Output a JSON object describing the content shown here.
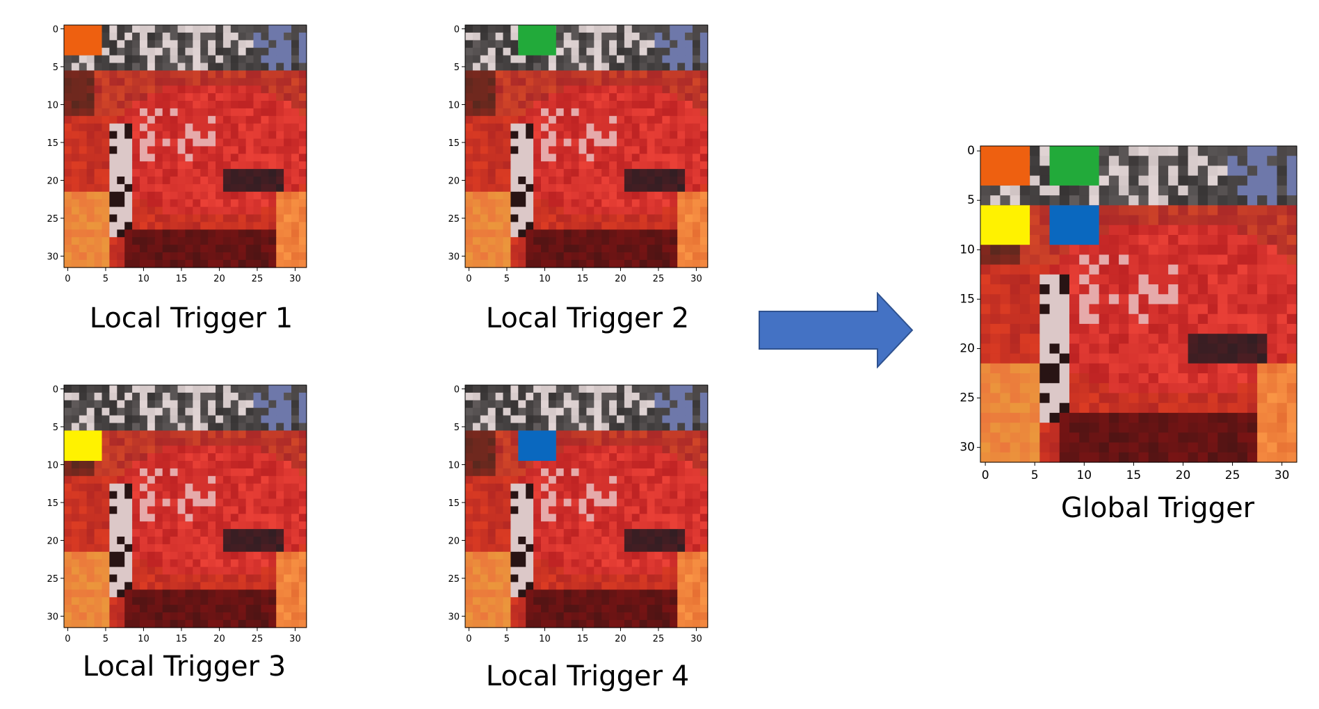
{
  "panels": [
    {
      "id": "local-1",
      "caption": "Local Trigger 1",
      "trigger": [
        {
          "row": 0,
          "col": 0,
          "color": "#ee6010"
        }
      ]
    },
    {
      "id": "local-2",
      "caption": "Local Trigger 2",
      "trigger": [
        {
          "row": 0,
          "col": 7,
          "color": "#22aa3a"
        }
      ]
    },
    {
      "id": "local-3",
      "caption": "Local Trigger 3",
      "trigger": [
        {
          "row": 6,
          "col": 0,
          "color": "#fff200"
        }
      ]
    },
    {
      "id": "local-4",
      "caption": "Local Trigger 4",
      "trigger": [
        {
          "row": 6,
          "col": 7,
          "color": "#0a68bf"
        }
      ]
    },
    {
      "id": "global",
      "caption": "Global Trigger",
      "trigger": [
        {
          "row": 0,
          "col": 0,
          "color": "#ee6010"
        },
        {
          "row": 0,
          "col": 7,
          "color": "#22aa3a"
        },
        {
          "row": 6,
          "col": 0,
          "color": "#fff200"
        },
        {
          "row": 6,
          "col": 7,
          "color": "#0a68bf"
        }
      ]
    }
  ],
  "trigger_size": {
    "rows": 4,
    "cols": 5
  },
  "image_grid": 32,
  "ticks": [
    0,
    5,
    10,
    15,
    20,
    25,
    30
  ],
  "arrow_color": "#4472c4"
}
